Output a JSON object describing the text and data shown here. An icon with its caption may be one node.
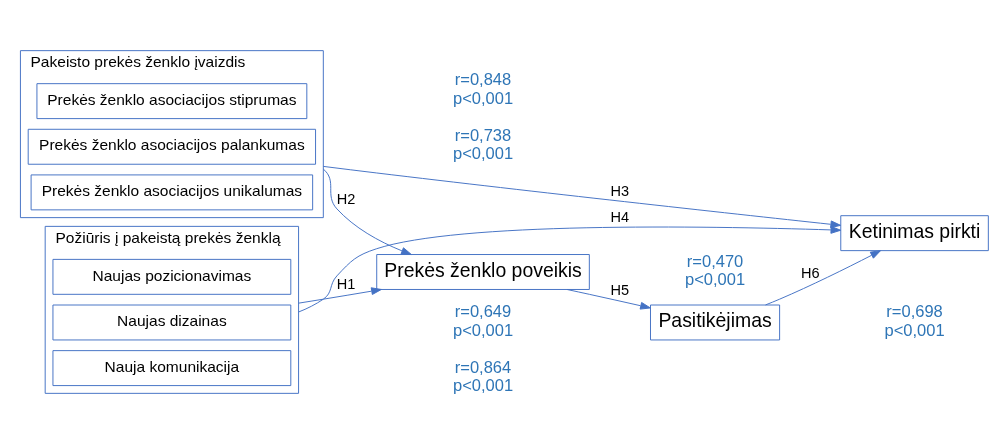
{
  "diagram": {
    "nodes": [
      {
        "text": [
          "Požiūris į pakeistą prekės ženklą"
        ]
      },
      {
        "text": [
          "Naujas pozicionavimas"
        ],
        "in": 0
      },
      {
        "text": [
          "Naujas dizainas"
        ],
        "in": 0
      },
      {
        "text": [
          "Nauja komunikacija"
        ],
        "in": 0
      },
      {
        "text": [
          "Pakeisto prekės ženklo įvaizdis"
        ]
      },
      {
        "text": [
          "Prekės ženklo asociacijos stiprumas"
        ],
        "in": 4
      },
      {
        "text": [
          "Prekės ženklo asociacijos palankumas"
        ],
        "in": 4
      },
      {
        "text": [
          "Prekės ženklo asociacijos unikalumas"
        ],
        "in": 4
      },
      {
        "text": [
          "Prekės ženklo poveikis"
        ]
      },
      {
        "text": [
          "Pasitikėjimas"
        ]
      },
      {
        "text": [
          "Ketinimas pirkti"
        ]
      }
    ],
    "edges": [
      {
        "from": 0,
        "to": 8,
        "arrow": "to",
        "label": "H1"
      },
      {
        "from": 4,
        "to": 8,
        "arrow": "to",
        "label": "H2"
      },
      {
        "from": 4,
        "to": 10,
        "arrow": "to",
        "label": "H3"
      },
      {
        "from": 0,
        "to": 10,
        "arrow": "to",
        "label": "H4"
      },
      {
        "from": 8,
        "to": 9,
        "arrow": "to",
        "label": "H5"
      },
      {
        "from": 9,
        "to": 10,
        "arrow": "to",
        "label": "H6"
      }
    ],
    "labels": [
      "r=0,649 p<0,001",
      "r=0,864 p<0,001",
      "r=0,470 p<0,001",
      "r=0,698 p<0,001",
      "r=0,848 p<0,001",
      "r=0,738 p<0,001"
    ]
  }
}
